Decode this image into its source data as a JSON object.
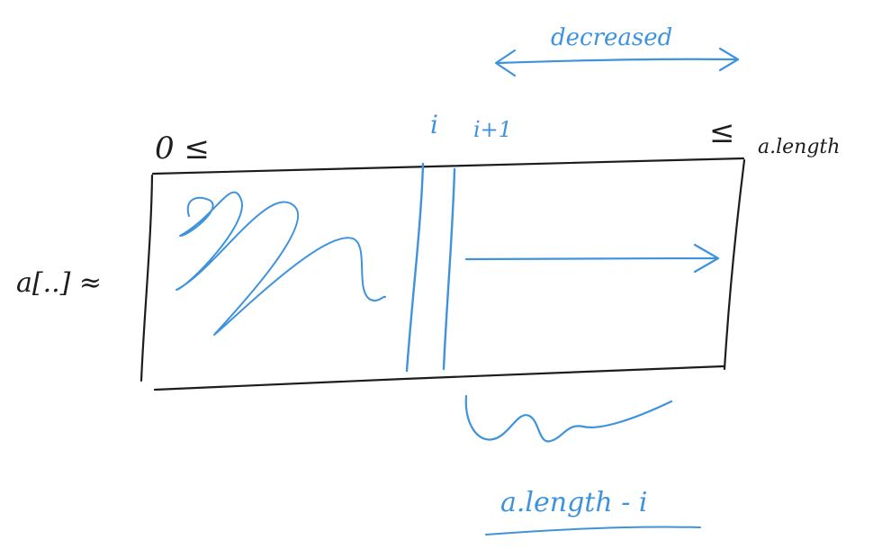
{
  "labels": {
    "lower_bound": "0 ≤",
    "upper_bound_sign": "≤",
    "upper_bound": "a.length",
    "array_label": "a[..] ≈",
    "index_i": "i",
    "index_i_plus_1": "i+1",
    "decreased": "decreased",
    "measure": "a.length - i"
  },
  "colors": {
    "black_ink": "#1d1d1d",
    "blue_ink": "#3f93dc",
    "background": "#ffffff"
  }
}
